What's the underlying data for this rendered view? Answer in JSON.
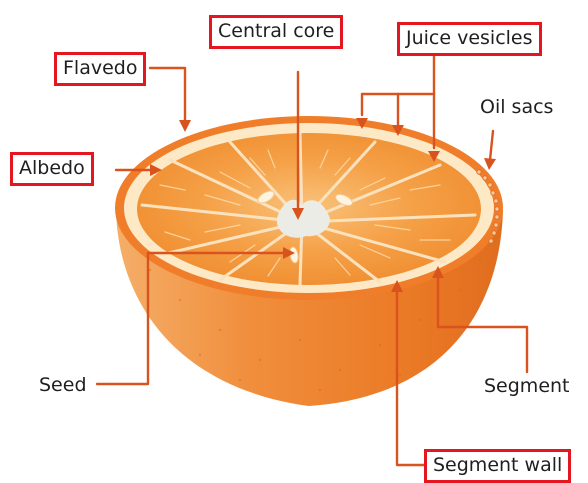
{
  "diagram": {
    "labels": {
      "flavedo": "Flavedo",
      "central_core": "Central core",
      "juice_vesicles": "Juice vesicles",
      "oil_sacs": "Oil sacs",
      "albedo": "Albedo",
      "seed": "Seed",
      "segment": "Segment",
      "segment_wall": "Segment wall"
    },
    "highlighted_labels": [
      "flavedo",
      "central_core",
      "juice_vesicles",
      "albedo",
      "segment_wall"
    ],
    "colors": {
      "highlight_border": "#e4161f",
      "leader_line": "#d9531e",
      "rind": "#f07d2a",
      "albedo": "#fde9c6",
      "pulp": "#f6a24a",
      "core": "#ecece6"
    }
  }
}
